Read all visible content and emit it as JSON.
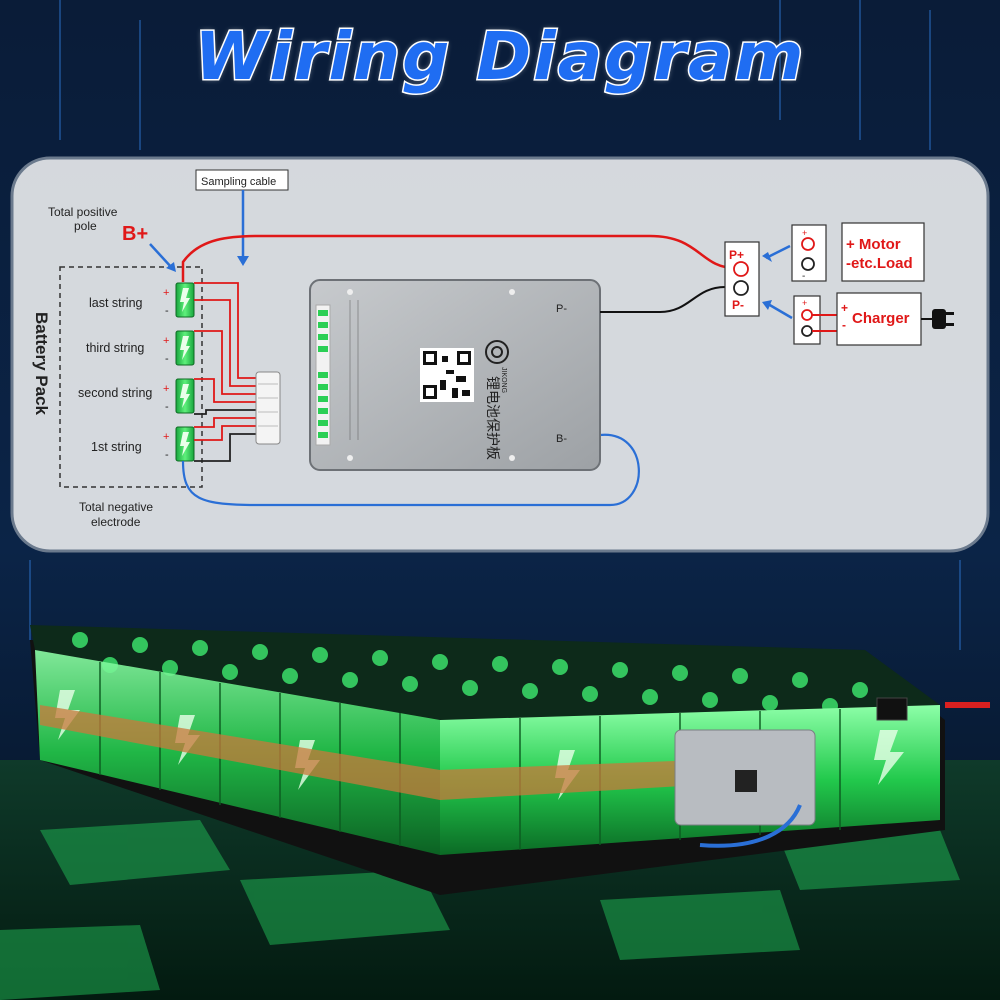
{
  "title": "Wiring Diagram",
  "labels": {
    "sampling_cable": "Sampling cable",
    "total_positive_pole_line1": "Total positive",
    "total_positive_pole_line2": "pole",
    "b_plus": "B+",
    "battery_pack": "Battery Pack",
    "strings": [
      "last string",
      "third string",
      "second string",
      "1st string"
    ],
    "total_negative_line1": "Total negative",
    "total_negative_line2": "electrode",
    "board_p_minus": "P-",
    "board_b_minus": "B-",
    "terminal_p_plus": "P+",
    "terminal_p_minus": "P-",
    "motor_line1": "+ Motor",
    "motor_line2": "-etc.Load",
    "charger": "Charger",
    "board_text": "锂电池保护板",
    "board_brand": "JIKONG",
    "plus": "+",
    "minus": "-"
  },
  "colors": {
    "title_fill": "#1f6df2",
    "positive_wire": "#e01818",
    "negative_wire": "#2a6fd6",
    "cell_green": "#2fd45a",
    "panel_bg": "#dcdfe3"
  }
}
